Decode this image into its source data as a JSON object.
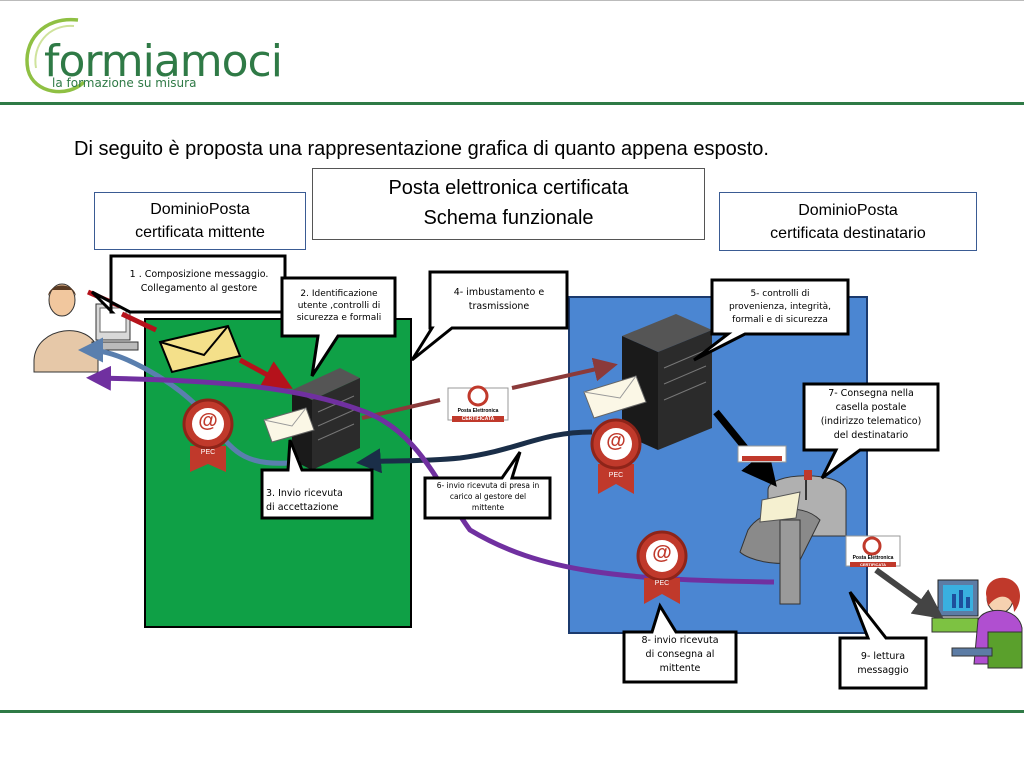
{
  "logo": {
    "name": "formiamoci",
    "tagline": "la formazione su misura"
  },
  "intro": "Di seguito è proposta una rappresentazione grafica di quanto appena esposto.",
  "title": {
    "line1": "Posta elettronica certificata",
    "line2": "Schema funzionale"
  },
  "domains": {
    "sender": {
      "line1": "DominioPosta",
      "line2": "certificata mittente"
    },
    "recipient": {
      "line1": "DominioPosta",
      "line2": "certificata destinatario"
    }
  },
  "steps": {
    "s1": {
      "l1": "1 . Composizione messaggio.",
      "l2": "Collegamento al gestore"
    },
    "s2": {
      "l1": "2. Identificazione",
      "l2": "utente ,controlli di",
      "l3": "sicurezza e formali"
    },
    "s3": {
      "l1": "3. Invio ricevuta",
      "l2": "di accettazione"
    },
    "s4": {
      "l1": "4- imbustamento  e",
      "l2": "trasmissione"
    },
    "s5": {
      "l1": "5- controlli di",
      "l2": "provenienza, integrità,",
      "l3": "formali e di sicurezza"
    },
    "s6": {
      "l1": "6- invio ricevuta di presa in",
      "l2": "carico al gestore del",
      "l3": "mittente"
    },
    "s7": {
      "l1": "7- Consegna nella",
      "l2": "casella postale",
      "l3": "(indirizzo telematico)",
      "l4": "del  destinatario"
    },
    "s8": {
      "l1": "8- invio ricevuta",
      "l2": "di consegna al",
      "l3": "mittente"
    },
    "s9": {
      "l1": "9- lettura",
      "l2": "messaggio"
    }
  },
  "badges": {
    "pec": "PEC",
    "at": "@",
    "certificate": "CERTIFICATA",
    "certificate_top": "Posta Elettronica"
  },
  "colors": {
    "sender_area": "#0fa046",
    "recipient_area": "#4b86d2",
    "brand_green": "#2f7a46",
    "arrow_red": "#b5121b",
    "arrow_dark_red": "#8b3a3a",
    "arrow_purple": "#7030a0",
    "arrow_blue_gray": "#5a7fae",
    "arrow_navy": "#1a2e48"
  }
}
